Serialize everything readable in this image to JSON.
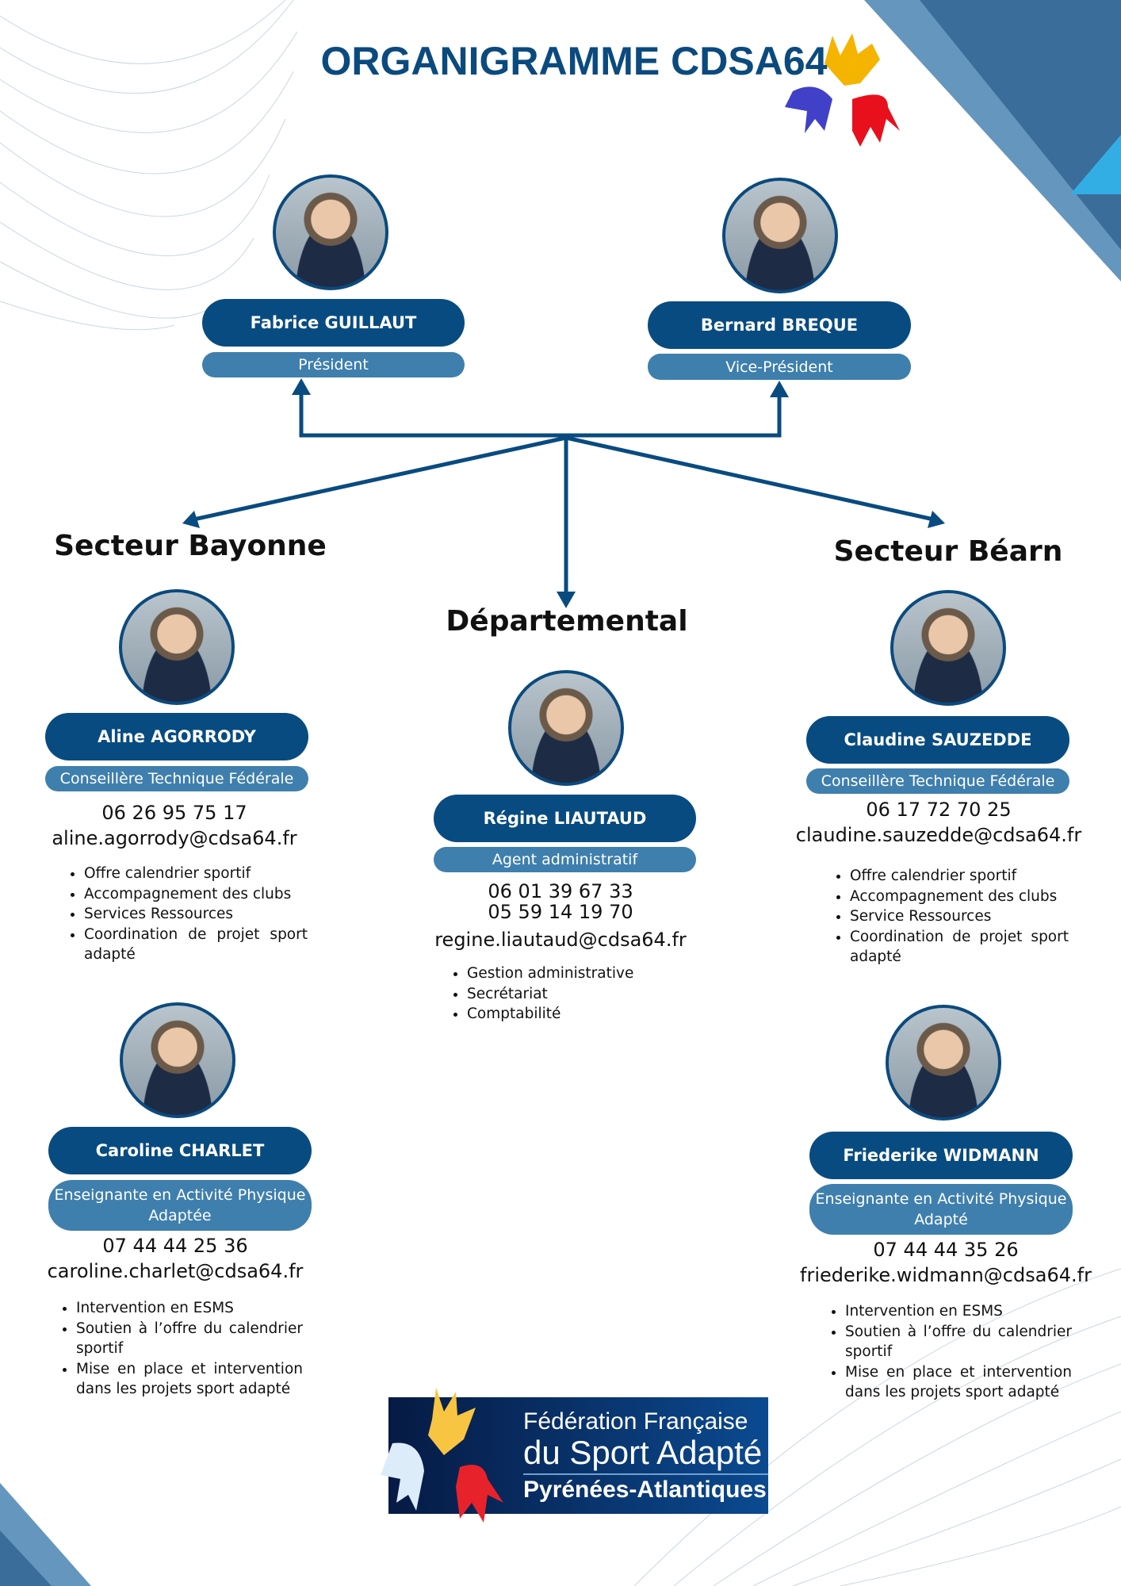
{
  "title": "ORGANIGRAMME CDSA64",
  "colors": {
    "navy": "#084b80",
    "role": "#3f7fad"
  },
  "board": [
    {
      "name": "Fabrice GUILLAUT",
      "role": "Président"
    },
    {
      "name": "Bernard BREQUE",
      "role": "Vice-Président"
    }
  ],
  "sectors": {
    "bayonne": "Secteur Bayonne",
    "departemental": "Départemental",
    "bearn": "Secteur Béarn"
  },
  "staff": [
    {
      "name": "Aline AGORRODY",
      "role": "Conseillère Technique Fédérale",
      "phones": [
        "06 26 95 75 17"
      ],
      "email": "aline.agorrody@cdsa64.fr",
      "tasks": [
        "Offre calendrier sportif",
        "Accompagnement des clubs",
        "Services Ressources",
        "Coordination de projet sport adapté"
      ]
    },
    {
      "name": "Régine LIAUTAUD",
      "role": "Agent administratif",
      "phones": [
        "06 01 39 67 33",
        "05 59 14 19 70"
      ],
      "email": "regine.liautaud@cdsa64.fr",
      "tasks": [
        "Gestion administrative",
        "Secrétariat",
        "Comptabilité"
      ]
    },
    {
      "name": "Claudine SAUZEDDE",
      "role": "Conseillère Technique Fédérale",
      "phones": [
        "06 17 72 70 25"
      ],
      "email": "claudine.sauzedde@cdsa64.fr",
      "tasks": [
        "Offre calendrier sportif",
        "Accompagnement des clubs",
        "Service Ressources",
        "Coordination de projet sport adapté"
      ]
    },
    {
      "name": "Caroline CHARLET",
      "role": "Enseignante en Activité Physique Adaptée",
      "phones": [
        "07 44 44 25 36"
      ],
      "email": "caroline.charlet@cdsa64.fr",
      "tasks": [
        "Intervention en ESMS",
        "Soutien à l’offre du calendrier sportif",
        "Mise en place et intervention dans les projets sport adapté"
      ]
    },
    {
      "name": "Friederike WIDMANN",
      "role": "Enseignante en Activité Physique Adapté",
      "phones": [
        "07 44 44 35 26"
      ],
      "email": "friederike.widmann@cdsa64.fr",
      "tasks": [
        "Intervention en ESMS",
        "Soutien à l’offre du calendrier sportif",
        "Mise en place et intervention dans les projets sport adapté"
      ]
    }
  ],
  "logo": {
    "line1": "Fédération Française",
    "line2": "du Sport Adapté",
    "line3": "Pyrénées-Atlantiques"
  }
}
